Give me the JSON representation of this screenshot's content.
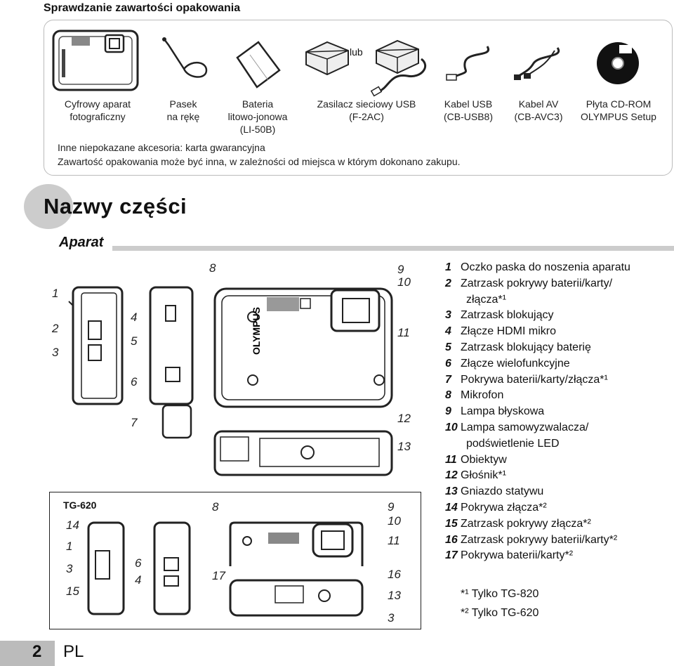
{
  "contents": {
    "heading": "Sprawdzanie zawartości opakowania",
    "or_label": "lub",
    "items": [
      {
        "label": [
          "Cyfrowy aparat",
          "fotograficzny"
        ]
      },
      {
        "label": [
          "Pasek",
          "na rękę"
        ]
      },
      {
        "label": [
          "Bateria",
          "litowo-jonowa",
          "(LI-50B)"
        ]
      },
      {
        "label": [
          "Zasilacz sieciowy USB",
          "(F-2AC)"
        ]
      },
      {
        "label": [
          "Kabel USB",
          "(CB-USB8)"
        ]
      },
      {
        "label": [
          "Kabel AV",
          "(CB-AVC3)"
        ]
      },
      {
        "label": [
          "Płyta CD-ROM",
          "OLYMPUS Setup"
        ]
      }
    ],
    "note_1": "Inne niepokazane akcesoria: karta gwarancyjna",
    "note_2": "Zawartość opakowania może być inna, w zależności od miejsca w którym dokonano zakupu."
  },
  "section": {
    "title": "Nazwy części",
    "subtitle": "Aparat"
  },
  "diagram": {
    "brand": "OLYMPUS",
    "tg_label": "TG-620",
    "callouts_upper": [
      "1",
      "2",
      "3",
      "4",
      "5",
      "6",
      "7",
      "8",
      "9",
      "10",
      "11",
      "12",
      "13"
    ],
    "callouts_lower": [
      "14",
      "1",
      "3",
      "15",
      "6",
      "4",
      "8",
      "17",
      "9",
      "10",
      "11",
      "16",
      "13",
      "3"
    ]
  },
  "parts": [
    {
      "num": "1",
      "text": "Oczko paska do noszenia aparatu"
    },
    {
      "num": "2",
      "text": "Zatrzask pokrywy baterii/karty/",
      "cont": "złącza*¹"
    },
    {
      "num": "3",
      "text": "Zatrzask blokujący"
    },
    {
      "num": "4",
      "text": "Złącze HDMI mikro"
    },
    {
      "num": "5",
      "text": "Zatrzask blokujący baterię"
    },
    {
      "num": "6",
      "text": "Złącze wielofunkcyjne"
    },
    {
      "num": "7",
      "text": "Pokrywa baterii/karty/złącza*¹"
    },
    {
      "num": "8",
      "text": "Mikrofon"
    },
    {
      "num": "9",
      "text": "Lampa błyskowa"
    },
    {
      "num": "10",
      "text": "Lampa samowyzwalacza/",
      "cont": "podświetlenie LED"
    },
    {
      "num": "11",
      "text": "Obiektyw"
    },
    {
      "num": "12",
      "text": "Głośnik*¹"
    },
    {
      "num": "13",
      "text": "Gniazdo statywu"
    },
    {
      "num": "14",
      "text": "Pokrywa złącza*²"
    },
    {
      "num": "15",
      "text": "Zatrzask pokrywy złącza*²"
    },
    {
      "num": "16",
      "text": "Zatrzask pokrywy baterii/karty*²"
    },
    {
      "num": "17",
      "text": "Pokrywa baterii/karty*²"
    }
  ],
  "footnotes": [
    "*¹ Tylko TG-820",
    "*² Tylko TG-620"
  ],
  "footer": {
    "page_number": "2",
    "language": "PL"
  }
}
